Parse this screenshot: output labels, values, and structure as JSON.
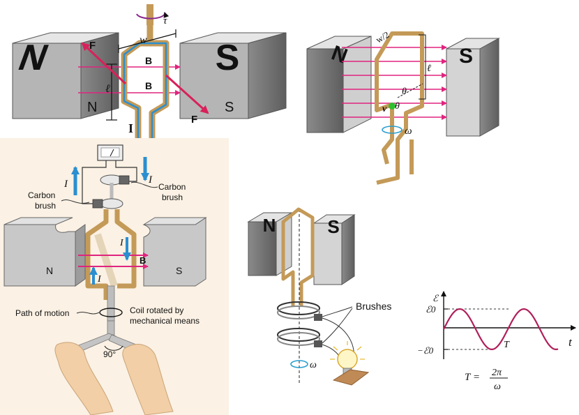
{
  "motor": {
    "pole_n_top": "N",
    "pole_s_top": "S",
    "pole_n_face": "N",
    "pole_s_face": "S",
    "force_label_left": "F",
    "force_label_right": "F",
    "field_label_upper": "B",
    "field_label_lower": "B",
    "width_label": "w",
    "length_label": "ℓ",
    "current_label": "I",
    "torque_label": "τ"
  },
  "rotating_loop": {
    "pole_n": "N",
    "pole_s": "S",
    "half_width_label": "w/2",
    "length_label": "ℓ",
    "theta_upper": "θ",
    "theta_lower": "θ",
    "velocity_label": "v",
    "omega_label": "ω"
  },
  "generator": {
    "current_left": "I",
    "current_right": "I",
    "brush_left": [
      "Carbon",
      "brush"
    ],
    "brush_right": [
      "Carbon",
      "brush"
    ],
    "pole_n": "N",
    "pole_s": "S",
    "field_label": "B",
    "loop_current_upper": "I",
    "loop_current_lower": "I",
    "path_label": "Path of motion",
    "coil_label": [
      "Coil rotated by",
      "mechanical means"
    ],
    "angle_label": "90°"
  },
  "ac_generator": {
    "pole_n": "N",
    "pole_s": "S",
    "brushes_label": "Brushes",
    "omega_label": "ω"
  },
  "emf_graph": {
    "y_axis_label": "ℰ",
    "peak_label": "ℰ0",
    "trough_label": "−ℰ0",
    "period_label": "T",
    "x_axis_label": "t",
    "formula_lhs": "T =",
    "formula_num": "2π",
    "formula_den": "ω"
  },
  "colors": {
    "field_line": "#e0247e",
    "coil": "#c49a58",
    "current_blue": "#2a8fd0",
    "force_arrow": "#d8215a",
    "sine_curve": "#b01e5a"
  }
}
